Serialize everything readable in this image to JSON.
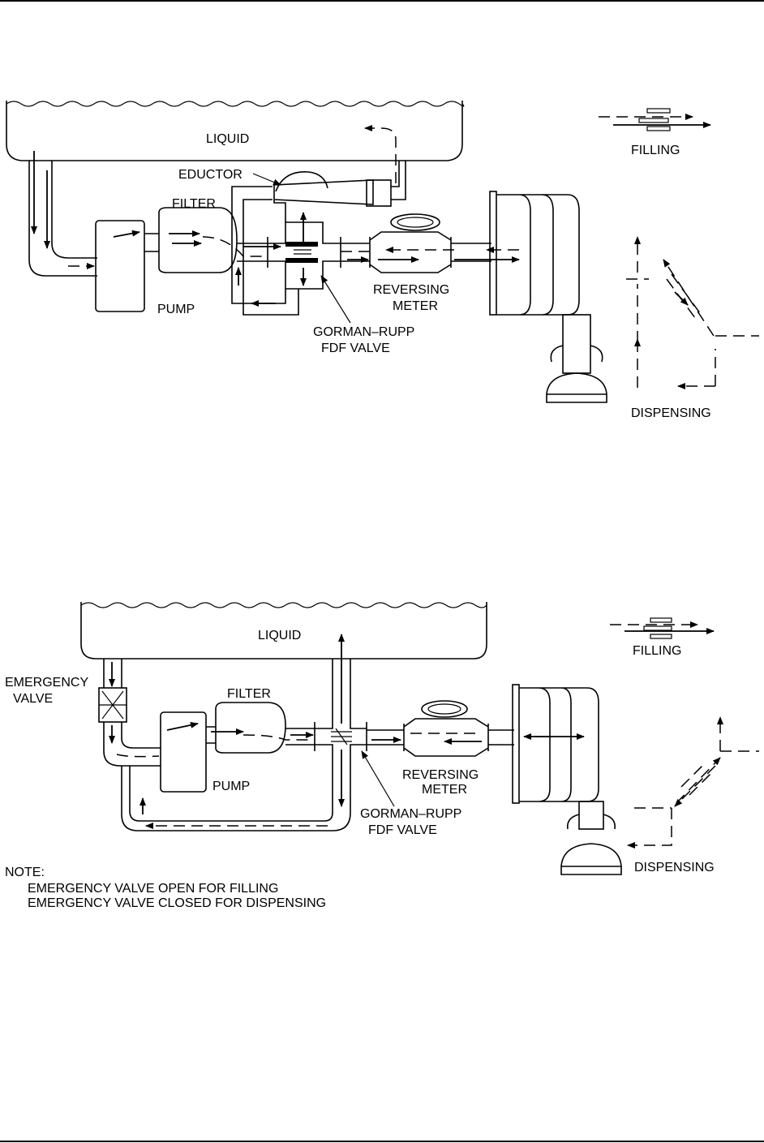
{
  "diagram1": {
    "liquid": "LIQUID",
    "eductor": "EDUCTOR",
    "filter": "FILTER",
    "pump": "PUMP",
    "meter_line1": "REVERSING",
    "meter_line2": "METER",
    "valve_line1": "GORMAN–RUPP",
    "valve_line2": "FDF VALVE",
    "legend_filling": "FILLING",
    "legend_dispensing": "DISPENSING"
  },
  "diagram2": {
    "liquid": "LIQUID",
    "emergency_line1": "EMERGENCY",
    "emergency_line2": "VALVE",
    "filter": "FILTER",
    "pump": "PUMP",
    "meter_line1": "REVERSING",
    "meter_line2": "METER",
    "valve_line1": "GORMAN–RUPP",
    "valve_line2": "FDF VALVE",
    "legend_filling": "FILLING",
    "legend_dispensing": "DISPENSING",
    "note_title": "NOTE:",
    "note_line1": "EMERGENCY VALVE OPEN FOR FILLING",
    "note_line2": "EMERGENCY VALVE CLOSED FOR DISPENSING"
  }
}
